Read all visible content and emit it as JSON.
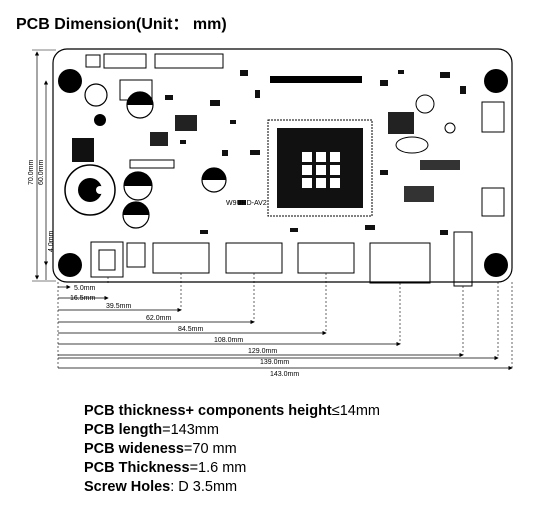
{
  "title": "PCB Dimension(Unit： mm)",
  "board_label": "W9UHD-AV2",
  "dimensions": {
    "vertical": [
      "70.0mm",
      "60.0mm",
      "4.0mm"
    ],
    "horizontal": [
      "5.0mm",
      "16.5mm",
      "39.5mm",
      "62.0mm",
      "84.5mm",
      "108.0mm",
      "129.0mm",
      "139.0mm",
      "143.0mm"
    ]
  },
  "specs": [
    {
      "label": "PCB thickness+ components height",
      "value": "≤14mm"
    },
    {
      "label": "PCB length",
      "value": "=143mm"
    },
    {
      "label": "PCB wideness",
      "value": "=70 mm"
    },
    {
      "label": "PCB Thickness",
      "value": "=1.6 mm"
    },
    {
      "label": "Screw Holes",
      "value": ": D 3.5mm"
    }
  ]
}
